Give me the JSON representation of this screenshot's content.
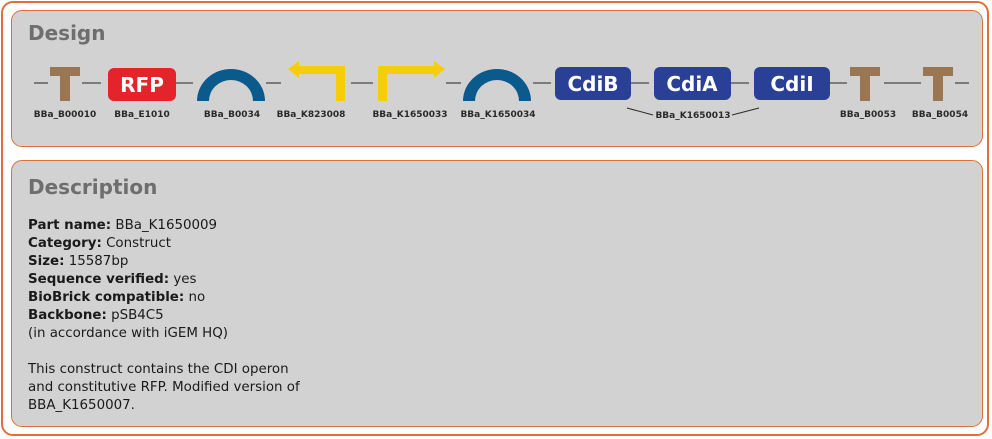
{
  "design": {
    "title": "Design",
    "parts": [
      {
        "label": "BBa_B00010",
        "glyph": "terminator",
        "color": "#9b7653"
      },
      {
        "label": "BBa_E1010",
        "glyph": "cds",
        "text": "RFP",
        "color": "#e3242b"
      },
      {
        "label": "BBa_B0034",
        "glyph": "rbs",
        "color": "#0b5a8c"
      },
      {
        "label": "BBa_K823008",
        "glyph": "promoter-reverse",
        "color": "#f7cd0a"
      },
      {
        "label": "BBa_K1650033",
        "glyph": "promoter-forward",
        "color": "#f7cd0a"
      },
      {
        "label": "BBa_K1650034",
        "glyph": "rbs",
        "color": "#0b5a8c"
      },
      {
        "glyph": "cds",
        "text": "CdiB",
        "color": "#2a3f96"
      },
      {
        "glyph": "cds",
        "text": "CdiA",
        "color": "#2a3f96"
      },
      {
        "glyph": "cds",
        "text": "CdiI",
        "color": "#2a3f96"
      },
      {
        "label": "BBa_B0053",
        "glyph": "terminator",
        "color": "#9b7653"
      },
      {
        "label": "BBa_B0054",
        "glyph": "terminator",
        "color": "#9b7653"
      }
    ],
    "group_label": "BBa_K1650013"
  },
  "description": {
    "title": "Description",
    "fields": [
      {
        "key": "Part name:",
        "value": " BBa_K1650009"
      },
      {
        "key": "Category:",
        "value": " Construct"
      },
      {
        "key": "Size:",
        "value": " 15587bp"
      },
      {
        "key": "Sequence verified:",
        "value": " yes"
      },
      {
        "key": "BioBrick compatible:",
        "value": " no"
      },
      {
        "key": "Backbone:",
        "value": " pSB4C5"
      }
    ],
    "backbone_note": "(in accordance with iGEM HQ)",
    "summary_lines": [
      "This construct contains the CDI operon",
      "and constitutive RFP. Modified version of",
      "BBA_K1650007."
    ]
  }
}
